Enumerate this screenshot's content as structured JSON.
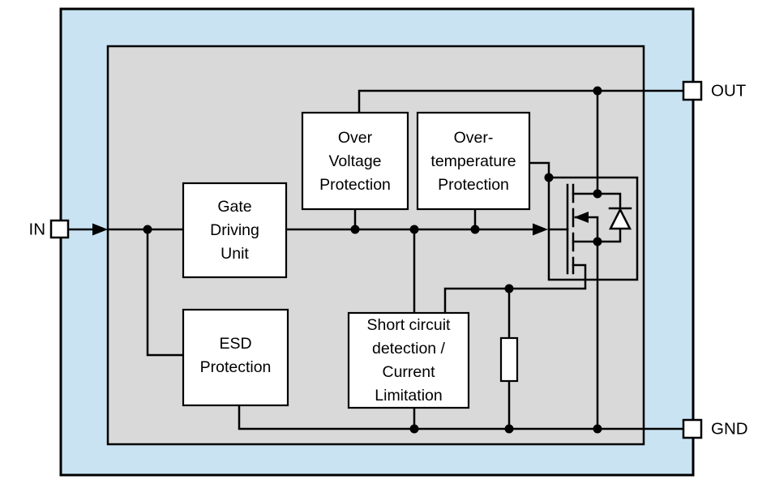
{
  "diagram": {
    "kind": "ic-block-diagram",
    "pins": {
      "in": {
        "label": "IN"
      },
      "out": {
        "label": "OUT"
      },
      "gnd": {
        "label": "GND"
      }
    },
    "blocks": {
      "gate_driving_unit": {
        "lines": [
          "Gate",
          "Driving",
          "Unit"
        ]
      },
      "over_voltage_protection": {
        "lines": [
          "Over",
          "Voltage",
          "Protection"
        ]
      },
      "over_temperature_protection": {
        "lines": [
          "Over-",
          "temperature",
          "Protection"
        ]
      },
      "esd_protection": {
        "lines": [
          "ESD",
          "Protection"
        ]
      },
      "short_circuit": {
        "lines": [
          "Short circuit",
          "detection /",
          "Current",
          "Limitation"
        ]
      }
    },
    "symbols": {
      "mosfet": "n-channel-power-mosfet-icon",
      "body_diode": "body-diode-icon",
      "sense_resistor": "sense-resistor-icon"
    },
    "colors": {
      "chip_fill": "#c9e3f2",
      "die_fill": "#d9d9d9",
      "block_fill": "#ffffff",
      "line": "#000000"
    }
  }
}
